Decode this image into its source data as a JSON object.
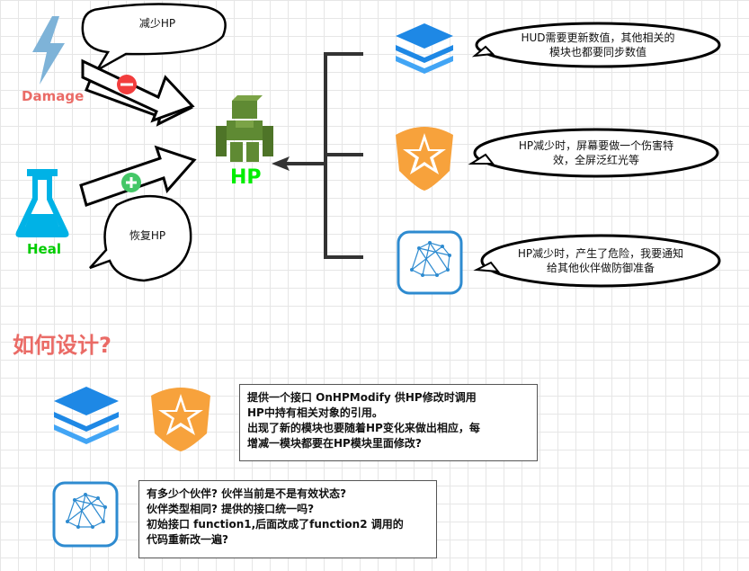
{
  "labels": {
    "damage": "Damage",
    "heal": "Heal",
    "hp": "HP",
    "title": "如何设计?"
  },
  "bubbles": {
    "reduce_hp": "减少HP",
    "restore_hp": "恢复HP",
    "hud": [
      "HUD需要更新数值，其他相关的",
      "模块也都要同步数值"
    ],
    "screen": [
      "HP减少时，屏幕要做一个伤害特",
      "效，全屏泛红光等"
    ],
    "ally": [
      "HP减少时，产生了危险，我要通知",
      "给其他伙伴做防御准备"
    ]
  },
  "notes": {
    "interface": [
      "提供一个接口 OnHPModify 供HP修改时调用",
      "HP中持有相关对象的引用。",
      "出现了新的模块也要随着HP变化来做出相应，每",
      "增减一模块都要在HP模块里面修改?"
    ],
    "ally": [
      "有多少个伙伴? 伙伴当前是不是有效状态?",
      "伙伴类型相同? 提供的接口统一吗?",
      "初始接口 function1,后面改成了function2 调用的",
      "代码重新改一遍?"
    ]
  },
  "colors": {
    "damage": "#ea6b66",
    "heal": "#00cc00",
    "hp": "#00ee00",
    "lightning": "#7eb3d8",
    "flask": "#00b2e6",
    "layers": "#1e88e5",
    "badge": "#f7a23c",
    "brain": "#2e8bd0",
    "hp_figure": "#5f8a33",
    "minus": "#f23d3d",
    "plus": "#44c767"
  },
  "icons": [
    "lightning-icon",
    "flask-icon",
    "hp-figure-icon",
    "layers-icon",
    "star-badge-icon",
    "brain-network-icon"
  ]
}
